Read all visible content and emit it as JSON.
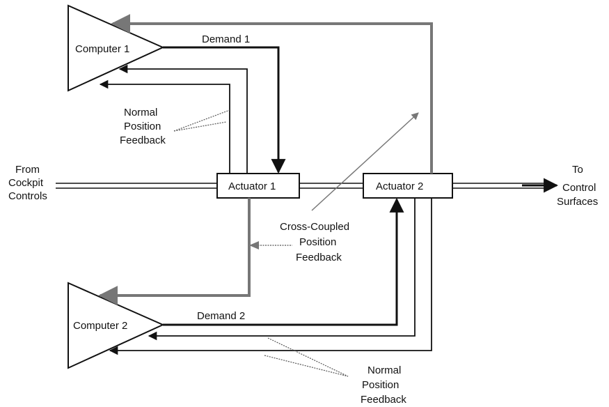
{
  "diagram": {
    "computers": [
      {
        "label": "Computer 1"
      },
      {
        "label": "Computer 2"
      }
    ],
    "actuators": [
      {
        "label": "Actuator 1"
      },
      {
        "label": "Actuator 2"
      }
    ],
    "signals": {
      "demand_1": "Demand 1",
      "demand_2": "Demand 2"
    },
    "input": {
      "line1": "From",
      "line2": "Cockpit",
      "line3": "Controls"
    },
    "output": {
      "line1": "To",
      "line2": "Control",
      "line3": "Surfaces"
    },
    "annotations": {
      "normal_feedback_top": [
        "Normal",
        "Position",
        "Feedback"
      ],
      "cross_coupled": [
        "Cross-Coupled",
        "Position",
        "Feedback"
      ],
      "normal_feedback_bottom": [
        "Normal",
        "Position",
        "Feedback"
      ]
    },
    "colors": {
      "line": "#111111",
      "cross_feedback": "#777777",
      "background": "#ffffff"
    }
  }
}
